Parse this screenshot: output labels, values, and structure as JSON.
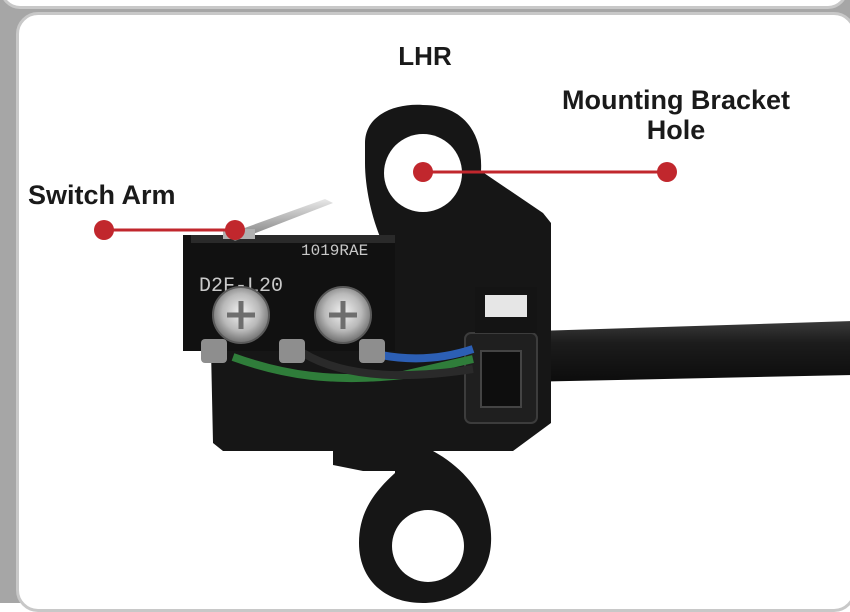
{
  "title": "LHR",
  "callouts": {
    "mounting_bracket_line1": "Mounting Bracket",
    "mounting_bracket_line2": "Hole",
    "switch_arm": "Switch Arm"
  },
  "switch_markings": {
    "code": "1019RAE",
    "model": "D2F-L20"
  },
  "colors": {
    "callout": "#c1272d",
    "frame": "#c8c8c8",
    "part": "#161616"
  }
}
